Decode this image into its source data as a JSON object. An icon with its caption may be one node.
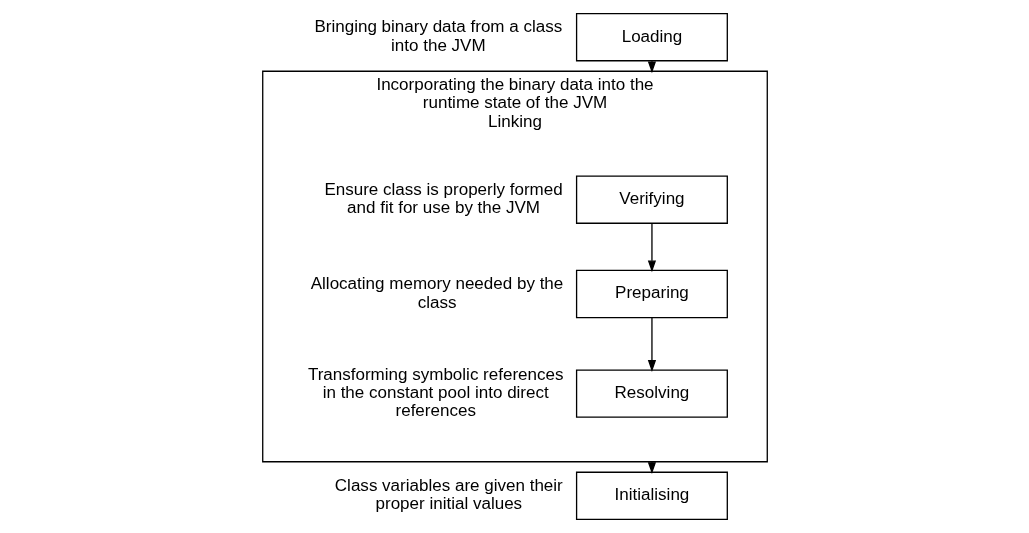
{
  "diagram": {
    "nodes": [
      {
        "text": [
          "Loading"
        ],
        "beside": [
          "Bringing binary data from a class into the JVM"
        ]
      },
      {
        "text": [
          "Incorporating the binary data into the runtime state of the JVM",
          "Linking"
        ]
      },
      {
        "text": [
          "Verifying"
        ],
        "in": 1,
        "beside": [
          "Ensure class is properly formed and fit for use by the JVM"
        ]
      },
      {
        "text": [
          "Preparing"
        ],
        "in": 1,
        "beside": [
          "Allocating memory needed by the class"
        ]
      },
      {
        "text": [
          "Resolving"
        ],
        "in": 1,
        "beside": [
          "Transforming symbolic references in the constant pool into direct references"
        ]
      },
      {
        "text": [
          "Initialising"
        ],
        "beside": [
          "Class variables are given their proper initial values"
        ]
      }
    ],
    "edges": [
      {
        "from": 0,
        "to": 1,
        "arrow": "to"
      },
      {
        "from": 2,
        "to": 3,
        "arrow": "to"
      },
      {
        "from": 3,
        "to": 4,
        "arrow": "to"
      },
      {
        "from": 1,
        "to": 5,
        "arrow": "to"
      }
    ]
  }
}
